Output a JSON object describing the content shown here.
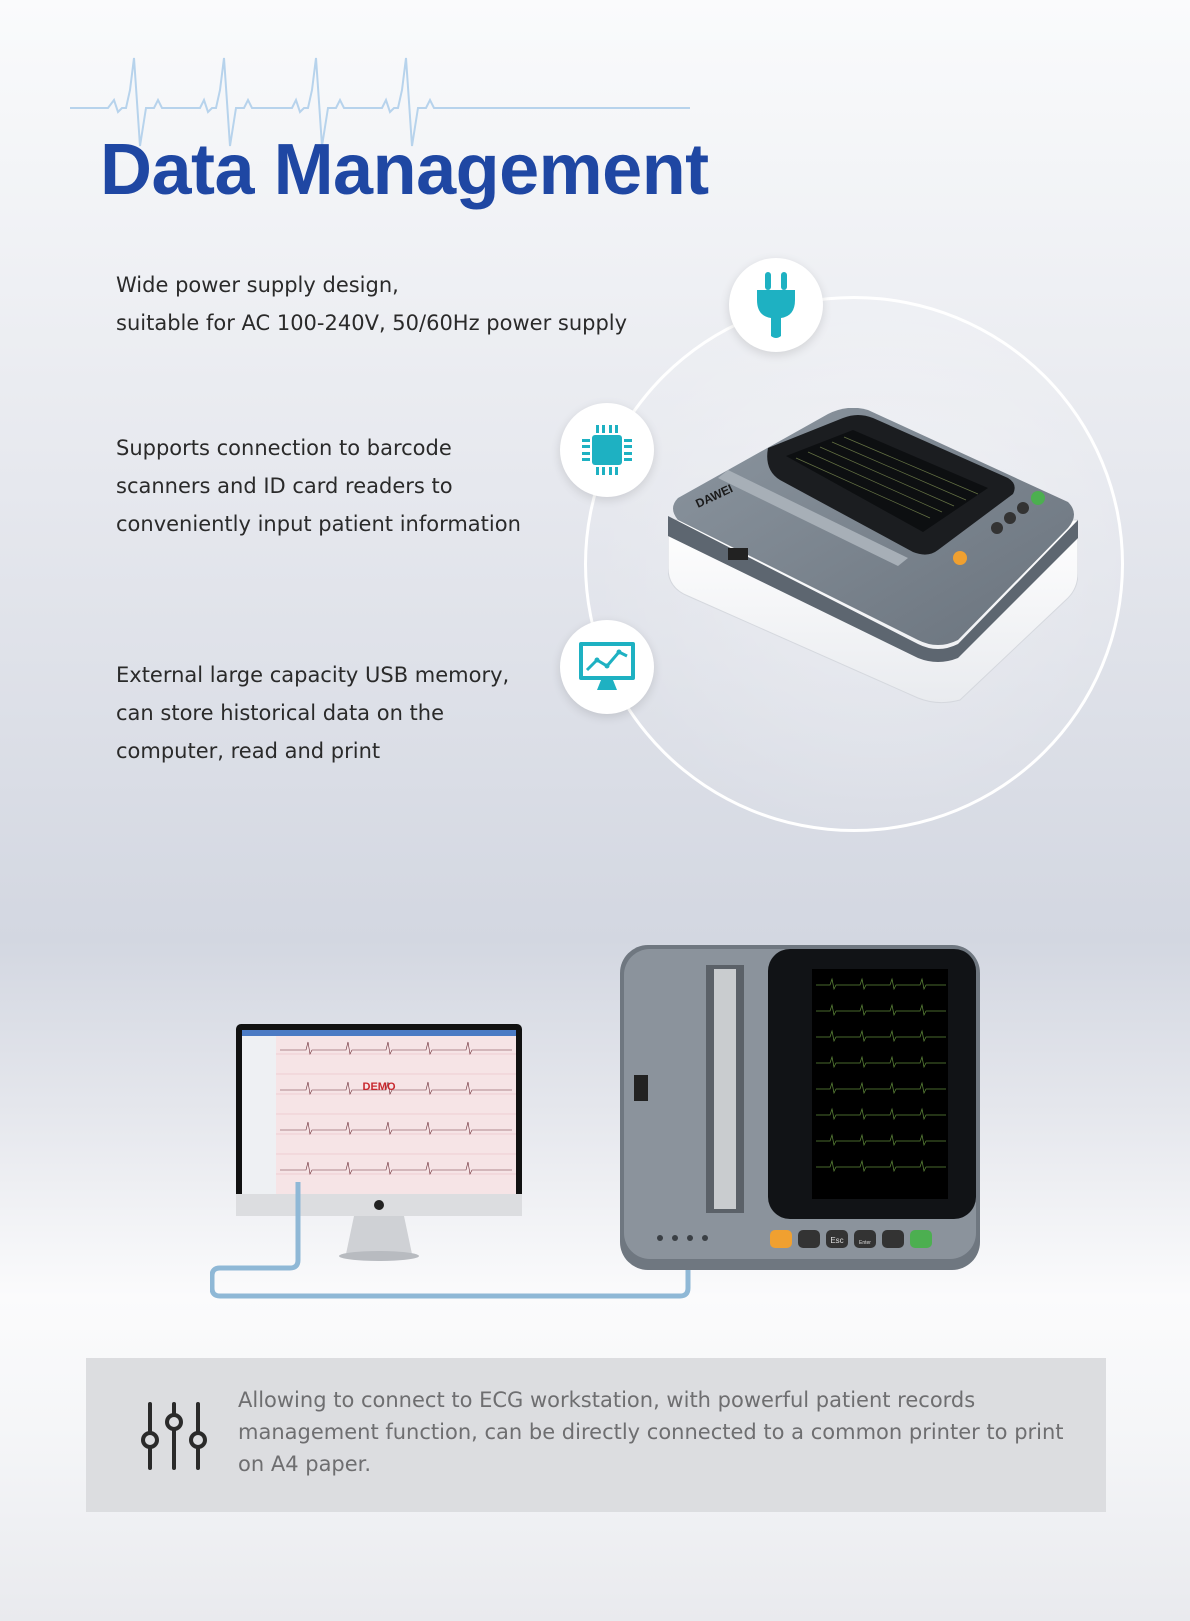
{
  "header": {
    "title": "Data Management"
  },
  "features": [
    {
      "lines": [
        "Wide power supply design,",
        "suitable for AC 100-240V, 50/60Hz power supply"
      ],
      "icon": "power-plug-icon"
    },
    {
      "lines": [
        "Supports connection to barcode",
        "scanners and ID card readers to",
        "conveniently input patient information"
      ],
      "icon": "chip-icon"
    },
    {
      "lines": [
        "External large capacity USB memory,",
        "can store historical data on the",
        "computer, read and print"
      ],
      "icon": "monitor-chart-icon"
    }
  ],
  "illustration": {
    "device_brand": "DAWEI",
    "screen_watermark": "DEMO",
    "device_keys": [
      "Esc",
      "Enter"
    ]
  },
  "banner": {
    "icon": "sliders-icon",
    "lines": [
      "Allowing to connect to ECG workstation, with powerful patient records",
      "management function, can be directly connected to a common printer to print",
      "on A4 paper."
    ]
  },
  "colors": {
    "title": "#1f47a3",
    "accent": "#1eb1c2",
    "ecg_line": "#a9c9e6",
    "cable": "#8fb8d6"
  }
}
